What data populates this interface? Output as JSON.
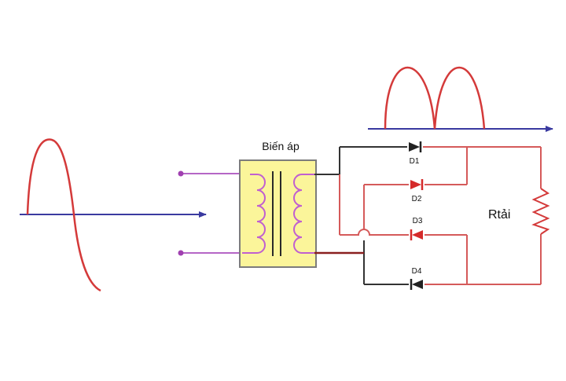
{
  "transformer": {
    "label": "Biến áp",
    "fill": "#fbf59a",
    "stroke": "#7c7c7c",
    "coil_color": "#c05fd0",
    "core_color": "#2a2a2a"
  },
  "load": {
    "label": "Rtải"
  },
  "diodes": [
    {
      "id": "D1",
      "color": "#222222"
    },
    {
      "id": "D2",
      "color": "#d52a2a"
    },
    {
      "id": "D3",
      "color": "#d52a2a"
    },
    {
      "id": "D4",
      "color": "#222222"
    }
  ],
  "colors": {
    "wave": "#d43a3a",
    "axis": "#3a3aa0",
    "input_wire": "#b566c6",
    "input_node": "#a040b0",
    "active_wire": "#d55a5a",
    "idle_wire": "#333333"
  }
}
